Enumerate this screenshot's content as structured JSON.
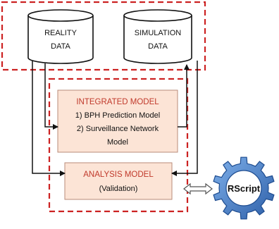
{
  "reality": {
    "line1": "REALITY",
    "line2": "DATA"
  },
  "simulation": {
    "line1": "SIMULATION",
    "line2": "DATA"
  },
  "integrated": {
    "title": "INTEGRATED MODEL",
    "item1": "1) BPH Prediction Model",
    "item2a": "2) Surveillance Network",
    "item2b": "Model"
  },
  "analysis": {
    "title": "ANALYSIS MODEL",
    "subtitle": "(Validation)"
  },
  "rscript": {
    "label": "RScript",
    "icon": "gear-icon"
  },
  "colors": {
    "dashed_border": "#cc2222",
    "box_fill": "#fce4d6",
    "box_title": "#c0392b",
    "gear": "#3f78c4"
  }
}
